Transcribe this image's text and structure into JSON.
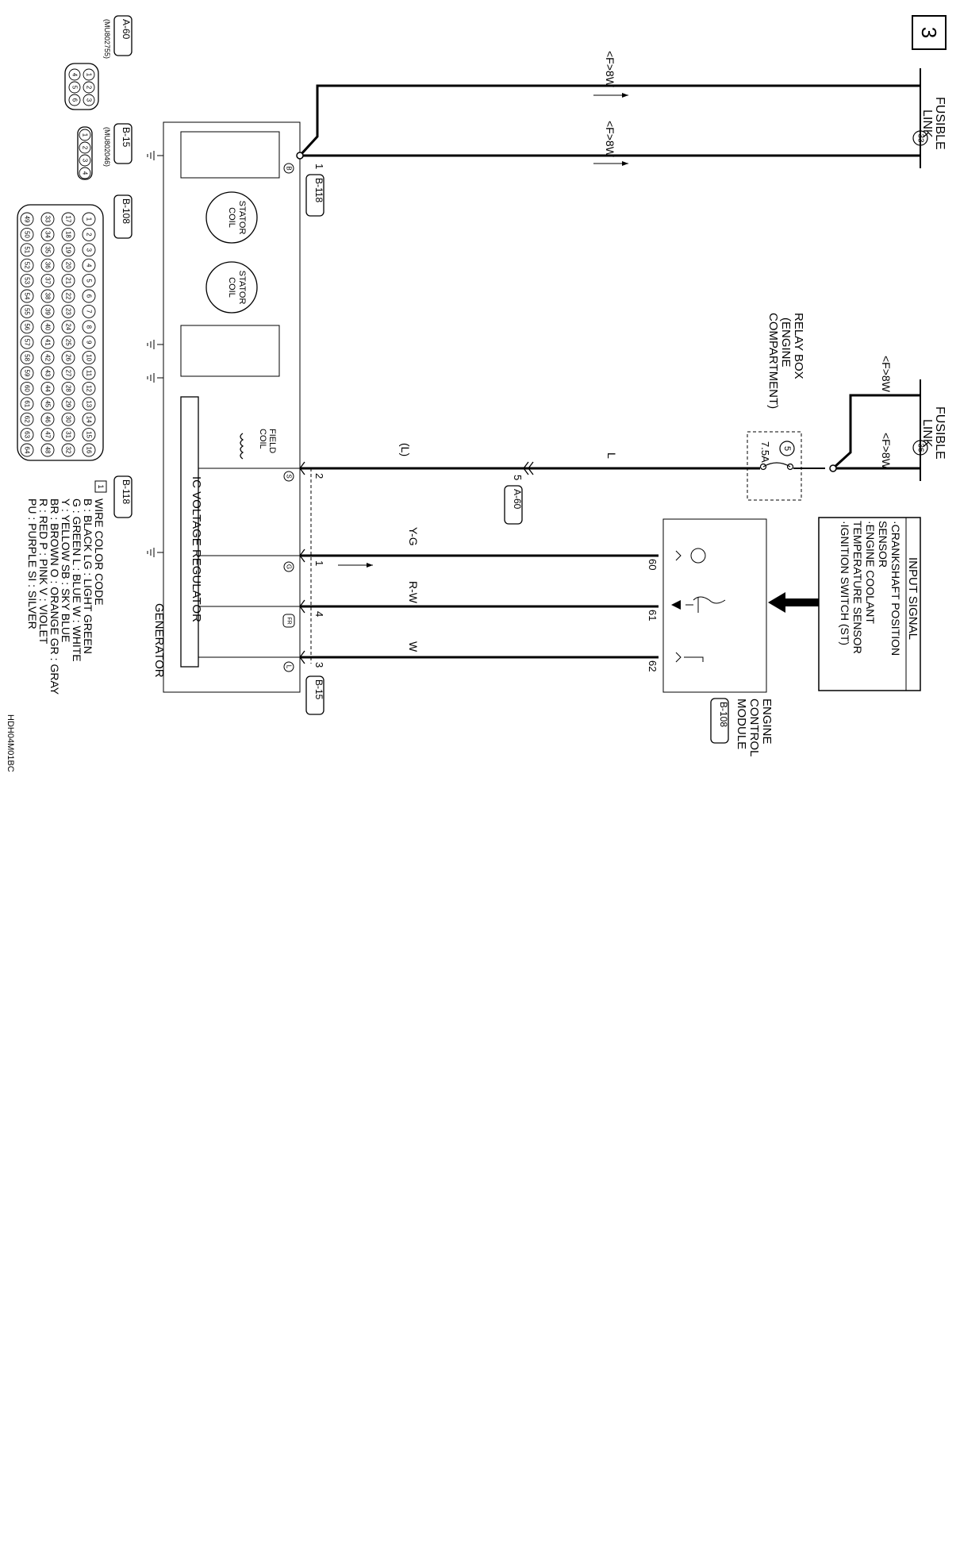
{
  "page_number": "3",
  "diagram_code": "HDH04M01BC",
  "fusible_links": [
    {
      "label_line1": "FUSIBLE",
      "label_line2": "LINK",
      "number": "33"
    },
    {
      "label_line1": "FUSIBLE",
      "label_line2": "LINK",
      "number": "36"
    }
  ],
  "wire_labels": {
    "f8w": "<F>8W",
    "l": "L",
    "l_paren": "(L)",
    "yg": "Y-G",
    "rw": "R-W",
    "w": "W"
  },
  "relay_box": {
    "line1": "RELAY BOX",
    "line2": "(ENGINE",
    "line3": "COMPARTMENT)",
    "fuse_number": "5",
    "fuse_rating": "7.5A"
  },
  "input_signal": {
    "title": "INPUT SIGNAL",
    "items": [
      "·CRANKSHAFT POSITION",
      " SENSOR",
      "·ENGINE COOLANT",
      " TEMPERATURE SENSOR",
      "·IGNITION SWITCH (ST)"
    ]
  },
  "ecm": {
    "line1": "ENGINE",
    "line2": "CONTROL",
    "line3": "MODULE",
    "connector": "B-108",
    "pins": [
      "60",
      "61",
      "62"
    ]
  },
  "generator": {
    "title": "GENERATOR",
    "regulator": "IC VOLTAGE REGULATOR",
    "field_coil_1": "FIELD",
    "field_coil_2": "COIL",
    "stator_1": "STATOR",
    "stator_2": "COIL",
    "terminals": [
      "B",
      "S",
      "G",
      "FR",
      "L"
    ]
  },
  "connector_labels": {
    "b118": "B-118",
    "a60": "A-60",
    "b15": "B-15",
    "b108": "B-108"
  },
  "pin_numbers": {
    "b118_pin": "1",
    "a60_pin": "5",
    "b15_s": "2",
    "b15_g": "1",
    "b15_fr": "4",
    "b15_l": "3"
  },
  "connector_views": {
    "a60": {
      "label": "A-60",
      "part": "(MU802755)",
      "pins": [
        "1",
        "2",
        "3",
        "4",
        "5",
        "6"
      ]
    },
    "b15": {
      "label": "B-15",
      "part": "(MU802046)",
      "pins": [
        "1",
        "2",
        "3",
        "4"
      ]
    },
    "b108": {
      "label": "B-108",
      "rows": [
        [
          "1",
          "2",
          "3",
          "4",
          "5",
          "6",
          "7",
          "8",
          "9",
          "10",
          "11",
          "12",
          "13",
          "14",
          "15",
          "16"
        ],
        [
          "17",
          "18",
          "19",
          "20",
          "21",
          "22",
          "23",
          "24",
          "25",
          "26",
          "27",
          "28",
          "29",
          "30",
          "31",
          "32"
        ],
        [
          "33",
          "34",
          "35",
          "36",
          "37",
          "38",
          "39",
          "40",
          "41",
          "42",
          "43",
          "44",
          "45",
          "46",
          "47",
          "48"
        ],
        [
          "49",
          "50",
          "51",
          "52",
          "53",
          "54",
          "55",
          "56",
          "57",
          "58",
          "59",
          "60",
          "61",
          "62",
          "63",
          "64"
        ]
      ]
    },
    "b118": {
      "label": "B-118",
      "pin": "1"
    }
  },
  "wire_color_code": {
    "title": "WIRE COLOR CODE",
    "lines": [
      "B : BLACK      LG : LIGHT GREEN",
      "G : GREEN       L : BLUE     W : WHITE",
      "Y : YELLOW      SB : SKY BLUE",
      "BR : BROWN      O : ORANGE     GR : GRAY",
      "R : RED      P : PINK      V : VIOLET",
      "PU : PURPLE     SI : SILVER"
    ]
  }
}
